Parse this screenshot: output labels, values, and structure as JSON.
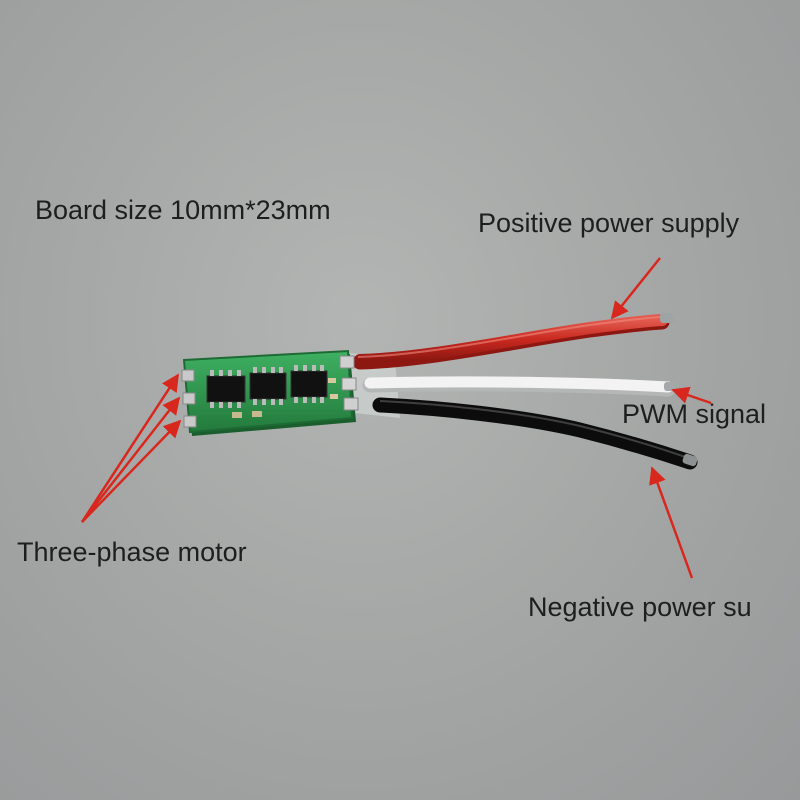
{
  "labels": {
    "board_size": "Board size 10mm*23mm",
    "positive_power": "Positive power supply",
    "pwm_signal": "PWM signal",
    "negative_power": "Negative power su",
    "three_phase_motor": "Three-phase motor"
  },
  "colors": {
    "background": "#a8aaa9",
    "pcb_green": "#2f9a4e",
    "red_wire": "#c8281f",
    "white_wire": "#ececec",
    "black_wire": "#1a1a1a",
    "arrow_red": "#d8281e",
    "label_text": "#1e1e1e"
  }
}
